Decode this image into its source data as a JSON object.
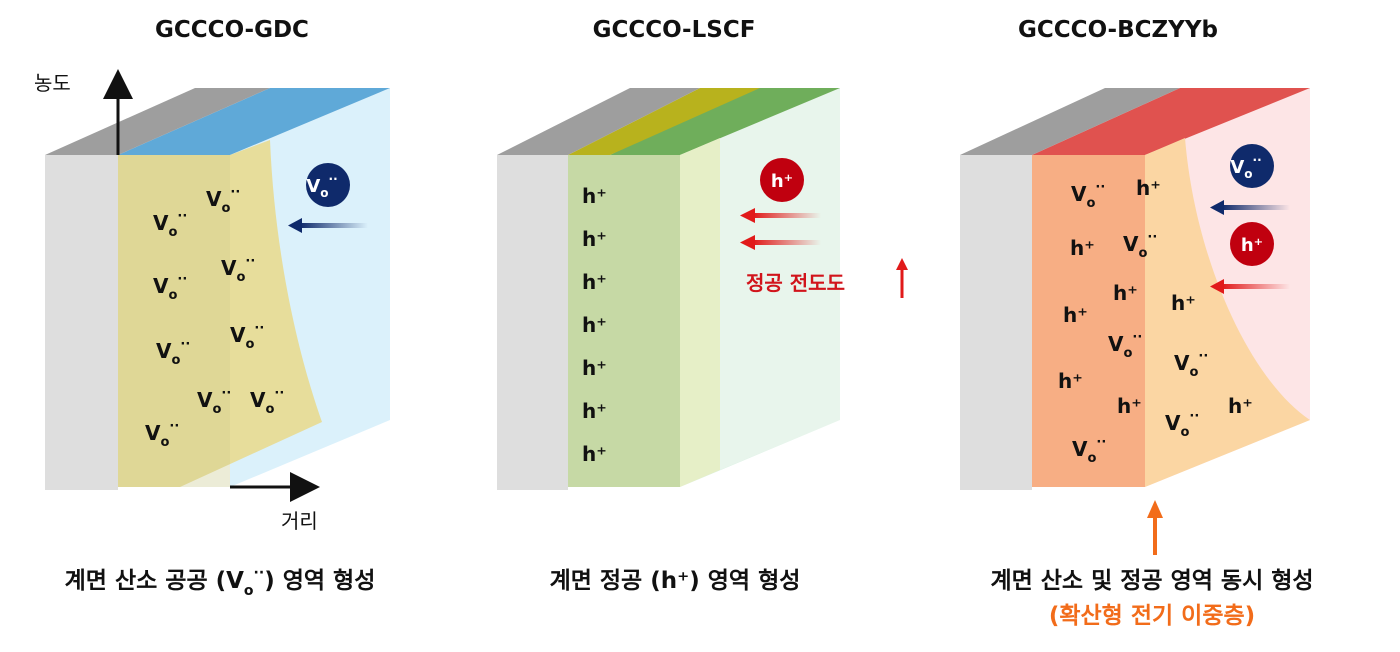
{
  "panels": [
    {
      "title": "GCCCO-GDC",
      "caption_pre": "계면 산소 공공 (V",
      "caption_sub": "o",
      "caption_sup": "··",
      "caption_post": ") 영역 형성"
    },
    {
      "title": "GCCCO-LSCF",
      "caption": "계면 정공 (h⁺) 영역 형성"
    },
    {
      "title": "GCCCO-BCZYYb",
      "caption": "계면 산소 및 정공 영역 동시 형성",
      "caption2": "(확산형 전기 이중층)"
    }
  ],
  "axis": {
    "y_label": "농도",
    "x_label": "거리"
  },
  "species": {
    "vacancy_main": "V",
    "vacancy_sub": "o",
    "vacancy_sup": "··",
    "hole": "h⁺"
  },
  "annotation": {
    "hole_conductivity": "정공 전도도"
  },
  "colors": {
    "vacancy_circle": "#0f2a6b",
    "hole_circle": "#c0000f",
    "arrow_red": "#e11a1a",
    "arrow_orange": "#f26c1a"
  }
}
